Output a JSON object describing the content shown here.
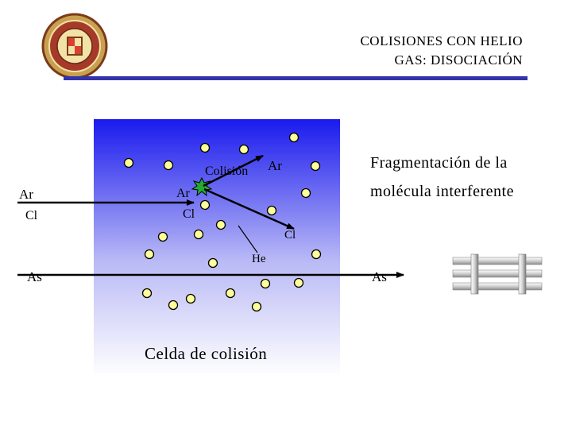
{
  "title": {
    "line1": "COLISIONES CON HELIO",
    "line2": "GAS: DISOCIACIÓN"
  },
  "caption": {
    "line1": "Fragmentación de  la",
    "line2": "molécula interferente"
  },
  "cell_label": "Celda de colisión",
  "labels": {
    "ar_in": "Ar",
    "cl_in": "Cl",
    "as_in": "As",
    "collision": "Colisión",
    "ar_collision": "Ar",
    "cl_mid": "Cl",
    "ar_out": "Ar",
    "cl_out": "Cl",
    "he": "He",
    "as_out": "As"
  },
  "colors": {
    "title_rule": "#3333aa",
    "cell_top": "#1a1aee",
    "cell_bottom": "#ffffff",
    "particle_fill": "#ffff99",
    "collision_star": "#22aa33",
    "arrow": "#000000"
  },
  "logo": "university-seal-icon"
}
